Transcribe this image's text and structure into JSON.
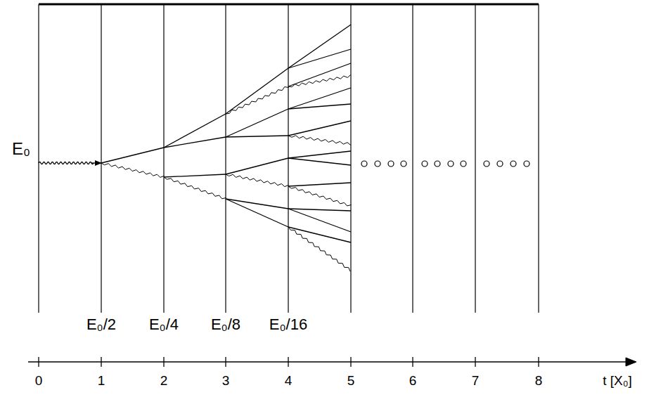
{
  "diagram": {
    "labels": [
      "E₀",
      "E₀/2",
      "E₀/4",
      "E₀/8",
      "E₀/16",
      "0",
      "1",
      "2",
      "3",
      "4",
      "5",
      "6",
      "7",
      "8",
      "t [X₀]"
    ]
  }
}
